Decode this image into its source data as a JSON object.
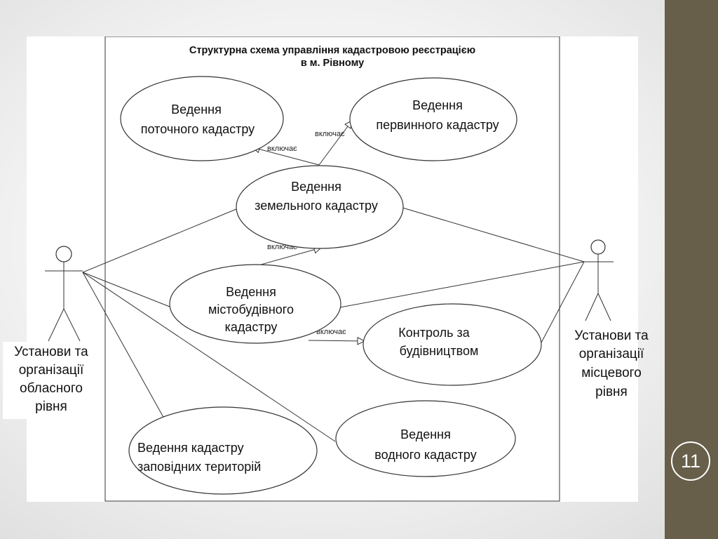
{
  "title": {
    "line1": "Структурна схема управління кадастровою реєстрацією",
    "line2": "в м. Рівному"
  },
  "use_cases": {
    "current": {
      "line1": "Ведення",
      "line2": "поточного кадастру"
    },
    "primary": {
      "line1": "Ведення",
      "line2": "первинного кадастру"
    },
    "land": {
      "line1": "Ведення",
      "line2": "земельного кадастру"
    },
    "urban": {
      "line1": "Ведення",
      "line2": "містобудівного",
      "line3": "кадастру"
    },
    "control": {
      "line1": "Контроль за",
      "line2": "будівництвом"
    },
    "reserve": {
      "line1": "Ведення кадастру",
      "line2": "заповідних територій"
    },
    "water": {
      "line1": "Ведення",
      "line2": "водного кадастру"
    }
  },
  "include_labels": {
    "land_to_current": "включає",
    "land_to_primary": "включає",
    "urban_to_land": "включає",
    "urban_to_control": "включає"
  },
  "actors": {
    "regional": {
      "line1": "Установи та",
      "line2": "організації",
      "line3": "обласного",
      "line4": "рівня"
    },
    "local": {
      "line1": "Установи та",
      "line2": "організації",
      "line3": "місцевого",
      "line4": "рівня"
    }
  },
  "slide_number": "11"
}
